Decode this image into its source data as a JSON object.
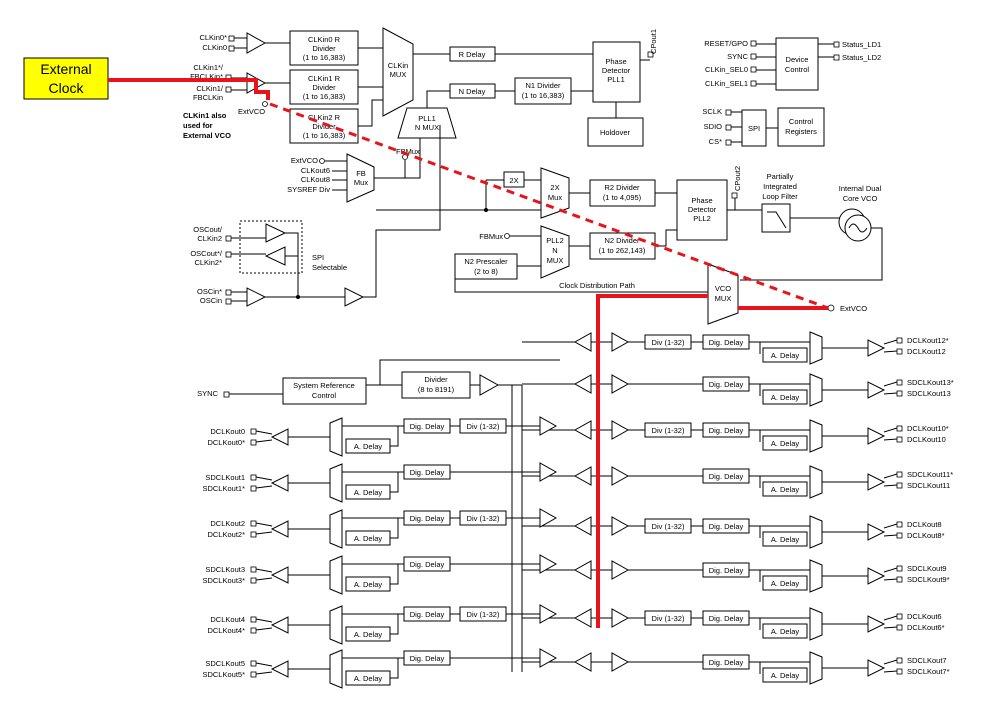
{
  "external_clock": {
    "line1": "External",
    "line2": "Clock"
  },
  "inputs_left": {
    "clkin0p": "CLKin0*",
    "clkin0": "CLKin0",
    "clkin1p": "CLKin1*/",
    "fbclkinp": "FBCLKin*",
    "clkin1": "CLKin1/",
    "fbclkin": "FBCLKin",
    "extvco": "ExtVCO",
    "note1": "CLKin1 also",
    "note2": "used for",
    "note3": "External VCO"
  },
  "dividers": {
    "r0a": "CLKin0 R",
    "r0b": "Divider",
    "r0c": "(1 to 16,383)",
    "r1a": "CLKin1 R",
    "r1b": "Divider",
    "r1c": "(1 to 16,383)",
    "r2a": "CLKin2 R",
    "r2b": "Divider",
    "r2c": "(1 to 16,383)"
  },
  "pll1": {
    "clkin_mux1": "CLKin",
    "clkin_mux2": "MUX",
    "r_delay": "R Delay",
    "n_delay": "N Delay",
    "n1a": "N1 Divider",
    "n1b": "(1 to 16,383)",
    "pd1": "Phase",
    "pd2": "Detector",
    "pd3": "PLL1",
    "cpout1": "CPout1",
    "holdover": "Holdover",
    "nmux1": "PLL1",
    "nmux2": "N MUX",
    "fbmux": "FBMux"
  },
  "fb_mux": {
    "extvco": "ExtVCO",
    "clkout6": "CLKout6",
    "clkout8": "CLKout8",
    "sysref": "SYSREF Div",
    "label1": "FB",
    "label2": "Mux"
  },
  "osc": {
    "oscout": "OSCout/",
    "clkin2": "CLKin2",
    "oscoutp": "OSCout*/",
    "clkin2p": "CLKin2*",
    "spi1": "SPI",
    "spi2": "Selectable",
    "oscinp": "OSCin*",
    "oscin": "OSCin"
  },
  "pll2": {
    "x2": "2X",
    "mux2x1": "2X",
    "mux2x2": "Mux",
    "r2a": "R2 Divider",
    "r2b": "(1 to 4,095)",
    "pd1": "Phase",
    "pd2": "Detector",
    "pd3": "PLL2",
    "cpout2": "CPout2",
    "filt1": "Partially",
    "filt2": "Integrated",
    "filt3": "Loop Filter",
    "vco1": "Internal Dual",
    "vco2": "Core VCO",
    "fbmux": "FBMux",
    "nmux1": "PLL2",
    "nmux2": "N",
    "nmux3": "MUX",
    "n2a": "N2 Divider",
    "n2b": "(1 to 262,143)",
    "pre1": "N2 Prescaler",
    "pre2": "(2 to 8)",
    "cdp": "Clock Distribution Path",
    "vmux1": "VCO",
    "vmux2": "MUX",
    "extvco": "ExtVCO"
  },
  "control": {
    "reset": "RESET/GPO",
    "sync": "SYNC",
    "sel0": "CLKin_SEL0",
    "sel1": "CLKin_SEL1",
    "dc1": "Device",
    "dc2": "Control",
    "ld1": "Status_LD1",
    "ld2": "Status_LD2",
    "sclk": "SCLK",
    "sdio": "SDIO",
    "cs": "CS*",
    "spi": "SPI",
    "cr1": "Control",
    "cr2": "Registers"
  },
  "sysref": {
    "sync": "SYNC",
    "src1": "System Reference",
    "src2": "Control",
    "div1": "Divider",
    "div2": "(8 to 8191)"
  },
  "blocks": {
    "div": "Div (1-32)",
    "dig": "Dig. Delay",
    "ana": "A. Delay"
  },
  "outputs_left": [
    [
      "DCLKout0",
      "DCLKout0*"
    ],
    [
      "SDCLKout1",
      "SDCLKout1*"
    ],
    [
      "DCLKout2",
      "DCLKout2*"
    ],
    [
      "SDCLKout3",
      "SDCLKout3*"
    ],
    [
      "DCLKout4",
      "DCLKout4*"
    ],
    [
      "SDCLKout5",
      "SDCLKout5*"
    ]
  ],
  "outputs_right": [
    [
      "DCLKout12*",
      "DCLKout12"
    ],
    [
      "SDCLKout13*",
      "SDCLKout13"
    ],
    [
      "DCLKout10*",
      "DCLKout10"
    ],
    [
      "SDCLKout11*",
      "SDCLKout11"
    ],
    [
      "DCLKout8",
      "DCLKout8*"
    ],
    [
      "SDCLKout9",
      "SDCLKout9*"
    ],
    [
      "DCLKout6",
      "DCLKout6*"
    ],
    [
      "SDCLKout7",
      "SDCLKout7*"
    ]
  ]
}
